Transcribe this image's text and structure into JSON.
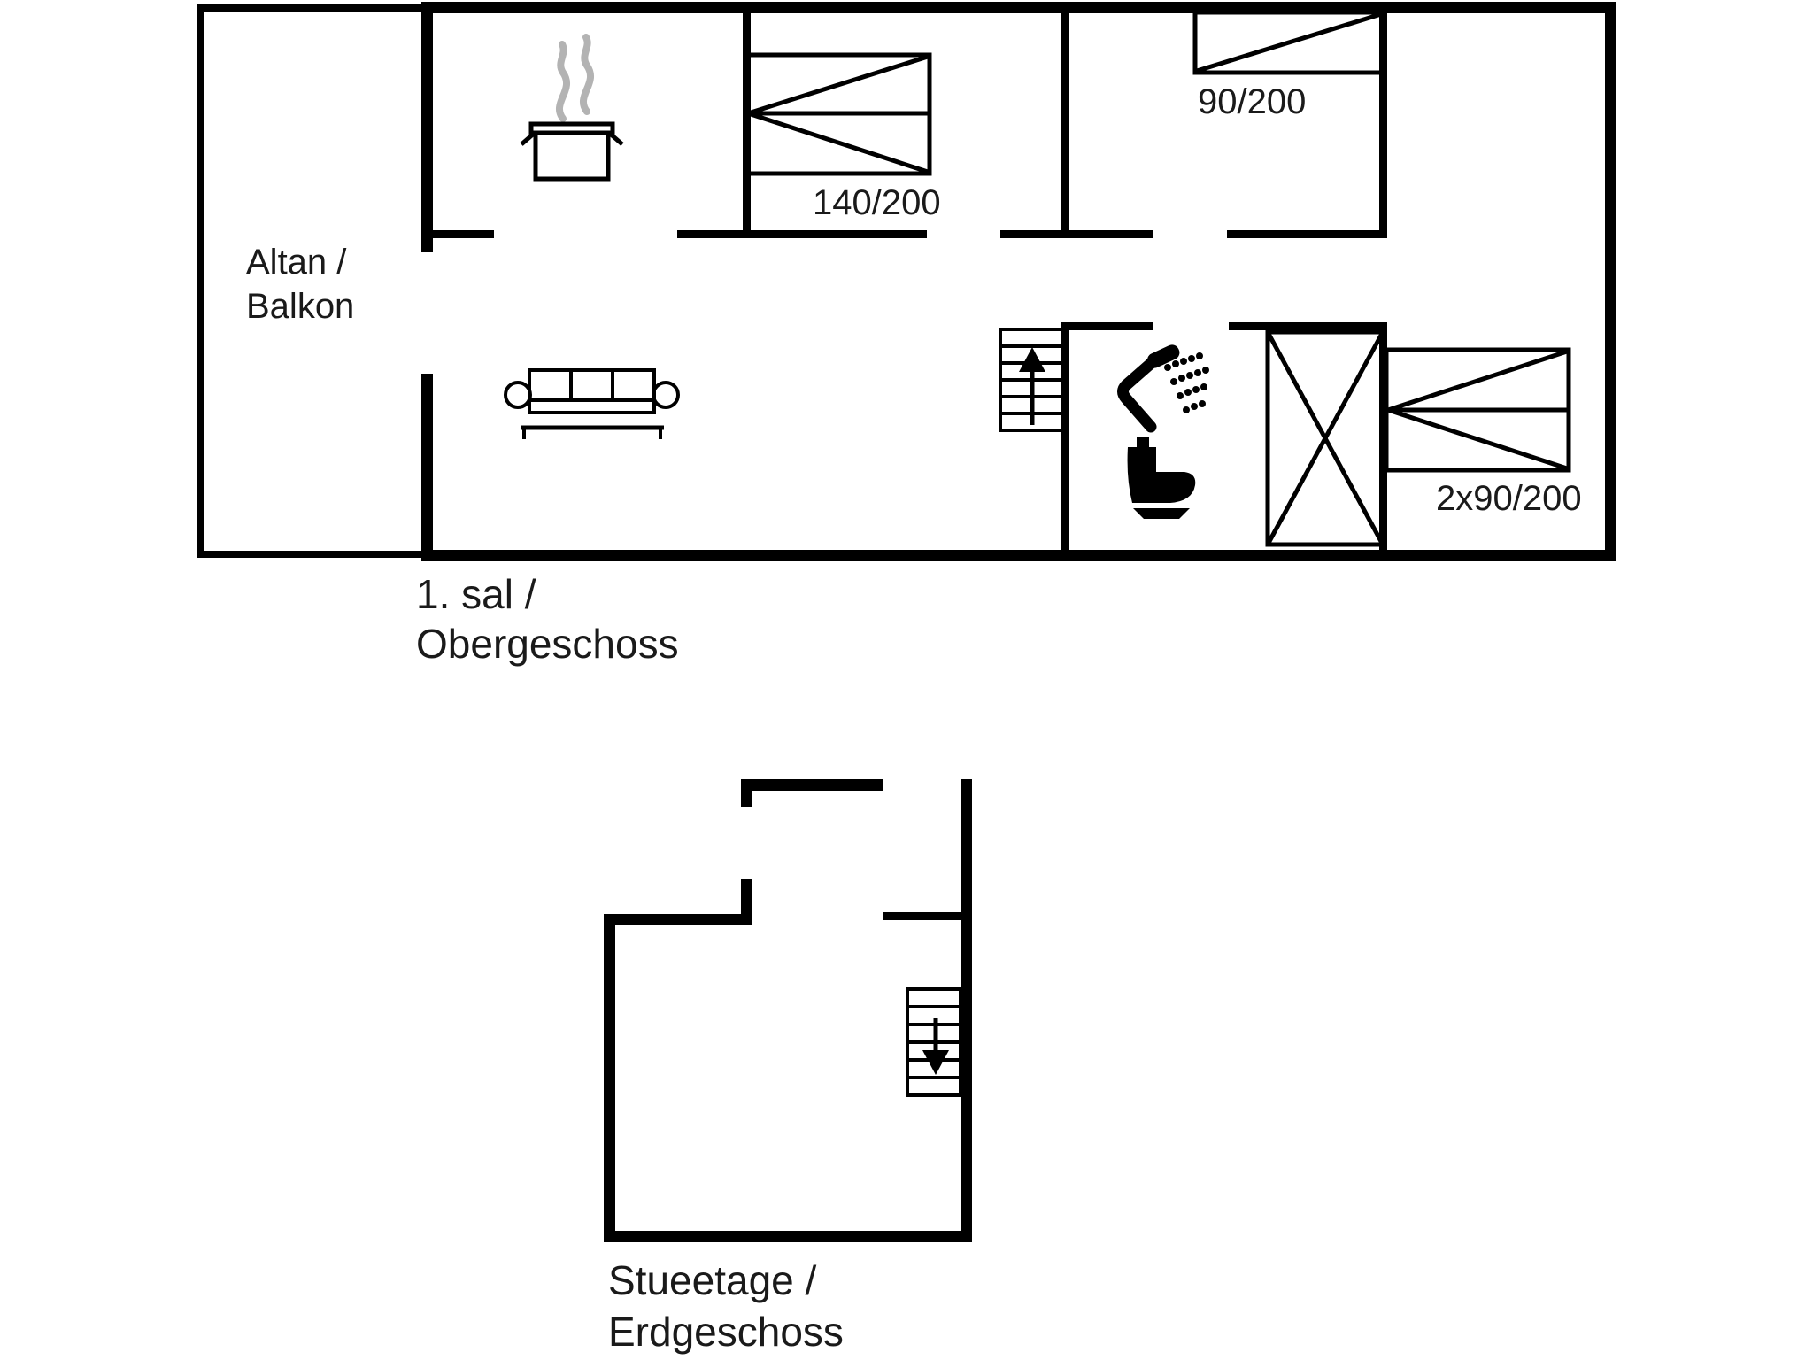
{
  "plan": {
    "colors": {
      "background": "#ffffff",
      "walls": "#000000",
      "text": "#1a1a1a",
      "steam": "#b3b3b3"
    },
    "upper_floor": {
      "balcony_label": {
        "line1": "Altan /",
        "line2": "Balkon"
      },
      "floor_label": {
        "line1": "1. sal /",
        "line2": "Obergeschoss"
      },
      "bed_labels": {
        "double_bed": "140/200",
        "single_bed": "90/200",
        "twin_bed": "2x90/200"
      },
      "icons": [
        "cooking-pot-icon",
        "steam-icon",
        "double-bed-icon",
        "single-bed-icon",
        "sofa-icon",
        "stairs-up-icon",
        "shower-icon",
        "toilet-icon",
        "wardrobe-icon",
        "twin-bed-icon"
      ]
    },
    "ground_floor": {
      "floor_label": {
        "line1": "Stueetage /",
        "line2": "Erdgeschoss"
      },
      "icons": [
        "stairs-down-icon"
      ]
    }
  }
}
